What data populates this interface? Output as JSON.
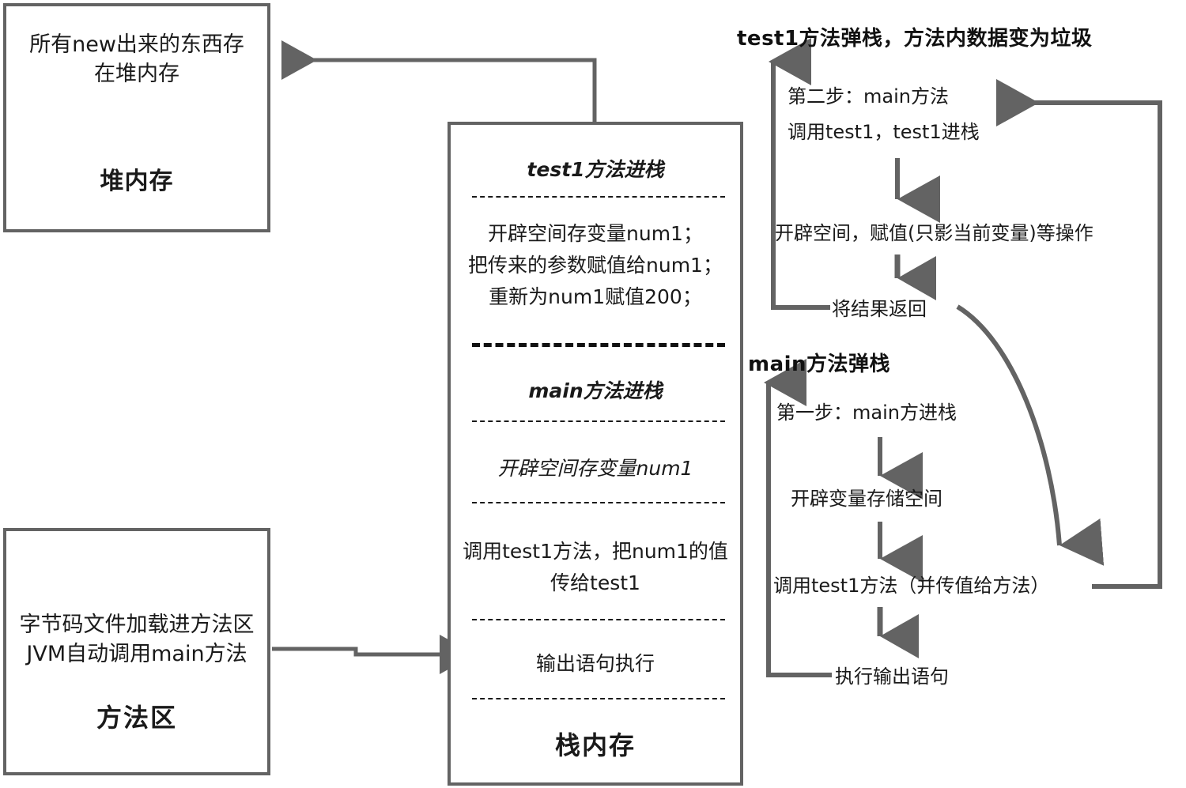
{
  "diagram": {
    "title_hint": "JVM memory model: heap / stack / method area with main & test1 call flow",
    "stroke_color": "#636363",
    "text_color": "#1a1a1a"
  },
  "heap": {
    "description_line1": "所有new出来的东西存",
    "description_line2": "在堆内存",
    "title": "堆内存"
  },
  "method_area": {
    "description_line1": "字节码文件加载进方法区",
    "description_line2": "JVM自动调用main方法",
    "title": "方法区"
  },
  "stack": {
    "title": "栈内存",
    "frames": [
      {
        "heading": "test1方法进栈",
        "lines": [
          "开辟空间存变量num1；",
          "把传来的参数赋值给num1；",
          "重新为num1赋值200；"
        ]
      },
      {
        "heading": "main方法进栈",
        "variable_line": "开辟空间存变量num1",
        "call_lines": [
          "调用test1方法，把num1的值",
          "传给test1"
        ],
        "output_line": "输出语句执行"
      }
    ]
  },
  "flow": {
    "pop_test1_title": "test1方法弹栈，方法内数据变为垃圾",
    "step2_line1": "第二步：main方法",
    "step2_line2": "调用test1，test1进栈",
    "alloc_assign": "开辟空间，赋值(只影当前变量)等操作",
    "return_result": "将结果返回",
    "pop_main_title": "main方法弹栈",
    "step1": "第一步：main方进栈",
    "alloc_var_space": "开辟变量存储空间",
    "call_test1": "调用test1方法（并传值给方法）",
    "exec_output": "执行输出语句"
  }
}
